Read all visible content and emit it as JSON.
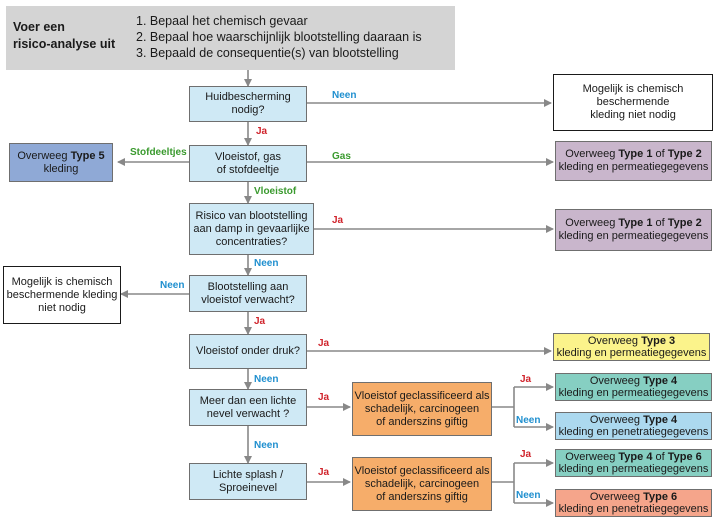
{
  "header": {
    "title_line1": "Voer een",
    "title_line2": "risico-analyse uit",
    "steps": [
      "1. Bepaal het chemisch gevaar",
      "2. Bepaal hoe waarschijnlijk blootstelling daaraan is",
      "3. Bepaald de consequentie(s) van blootstelling"
    ]
  },
  "questions": {
    "q1": [
      "Huidbescherming",
      "nodig?"
    ],
    "q2": [
      "Vloeistof, gas",
      "of stofdeeltje"
    ],
    "q3": [
      "Risico van blootstelling",
      "aan damp in gevaarlijke",
      "concentraties?"
    ],
    "q4": [
      "Blootstelling aan",
      "vloeistof verwacht?"
    ],
    "q5": [
      "Vloeistof onder druk?"
    ],
    "q6": [
      "Meer dan een lichte",
      "nevel verwacht ?"
    ],
    "q7": [
      "Lichte splash /",
      "Sproeinevel"
    ]
  },
  "classified": {
    "c1": [
      "Vloeistof geclassificeerd als",
      "schadelijk, carcinogeen",
      "of anderszins giftig"
    ],
    "c2": [
      "Vloeistof geclassificeerd als",
      "schadelijk, carcinogeen",
      "of anderszins giftig"
    ]
  },
  "outcomes": {
    "not_needed_top": [
      "Mogelijk is chemisch",
      "beschermende",
      "kleding niet nodig"
    ],
    "not_needed_left": [
      "Mogelijk is chemisch",
      "beschermende kleding",
      "niet nodig"
    ],
    "type5": {
      "pre": "Overweeg ",
      "type": "Type 5",
      "post": "kleding"
    },
    "type12_gas": {
      "pre": "Overweeg ",
      "t1": "Type 1",
      "mid": " of ",
      "t2": "Type 2",
      "post": "kleding en permeatiegegevens"
    },
    "type12_vapour": {
      "pre": "Overweeg ",
      "t1": "Type 1",
      "mid": " of ",
      "t2": "Type 2",
      "post": "kleding en permeatiegegevens"
    },
    "type3": {
      "pre": "Overweeg ",
      "type": "Type 3",
      "post": "kleding en permeatiegegevens"
    },
    "type4_perm": {
      "pre": "Overweeg ",
      "type": "Type 4",
      "post": "kleding en permeatiegegevens"
    },
    "type4_pen": {
      "pre": "Overweeg ",
      "type": "Type 4",
      "post": "kleding en penetratiegegevens"
    },
    "type46": {
      "pre": "Overweeg ",
      "t1": "Type 4",
      "mid": " of ",
      "t2": "Type 6",
      "post": "kleding en permeatiegegevens"
    },
    "type6": {
      "pre": "Overweeg ",
      "type": "Type 6",
      "post": "kleding en penetratiegegevens"
    }
  },
  "labels": {
    "ja": "Ja",
    "neen": "Neen",
    "stofdeeltjes": "Stofdeeltjes",
    "gas": "Gas",
    "vloeistof": "Vloeistof"
  },
  "colors": {
    "question": "#cfe9f5",
    "classified": "#f6ad6a",
    "type5": "#8fa9d6",
    "type12": "#c9b6cc",
    "type3": "#fbf38b",
    "type4_46": "#86cfc2",
    "type4_pen": "#acd9ef",
    "type6": "#f5a58b",
    "ja": "#d0242c",
    "neen": "#1f8fcf",
    "branch": "#3a9a2e"
  }
}
